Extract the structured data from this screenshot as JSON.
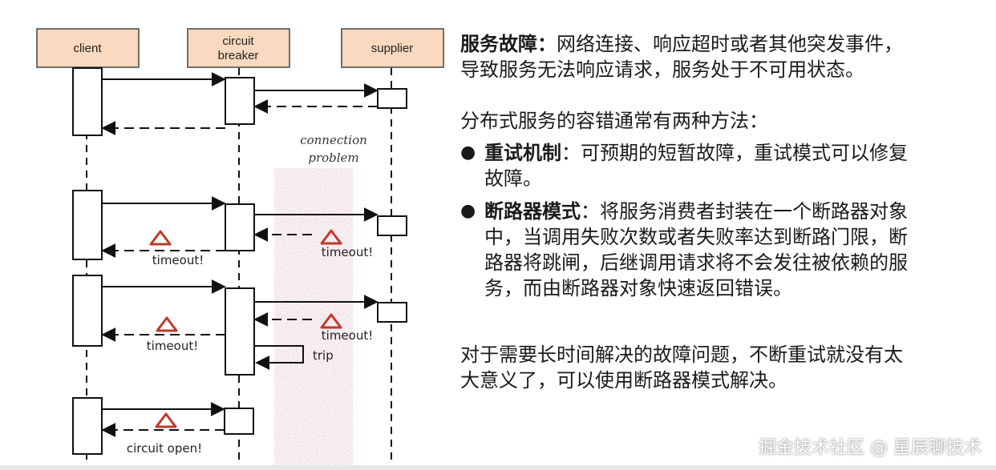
{
  "diagram": {
    "participants": {
      "client": "client",
      "circuit_breaker_line1": "circuit",
      "circuit_breaker_line2": "breaker",
      "supplier": "supplier"
    },
    "connection_problem_line1": "connection",
    "connection_problem_line2": "problem",
    "timeout_label": "timeout!",
    "trip_label": "trip",
    "circuit_open_label": "circuit open!",
    "colors": {
      "participant_fill": "#f9d9bf",
      "warning_triangle": "#c0392b",
      "noise_band": "#b87a8e"
    }
  },
  "text": {
    "p1_title": "服务故障：",
    "p1_line1_rest": "网络连接、响应超时或者其他突发事件，",
    "p1_line2": "导致服务无法响应请求，服务处于不可用状态。",
    "p2": "分布式服务的容错通常有两种方法：",
    "b1_title": "重试机制",
    "b1_line1_rest": "：可预期的短暂故障，重试模式可以修复",
    "b1_line2": "故障。",
    "b2_title": "断路器模式",
    "b2_line1_rest": "：将服务消费者封装在一个断路器对象",
    "b2_line2": "中，当调用失败次数或者失败率达到断路门限，断",
    "b2_line3": "路器将跳闸，后继调用请求将不会发往被依赖的服",
    "b2_line4": "务，而由断路器对象快速返回错误。",
    "p3_line1": "对于需要长时间解决的故障问题，不断重试就没有太",
    "p3_line2": "大意义了，可以使用断路器模式解决。",
    "bullet_symbol": "●"
  },
  "watermark": "掘金技术社区 @ 星辰聊技术"
}
